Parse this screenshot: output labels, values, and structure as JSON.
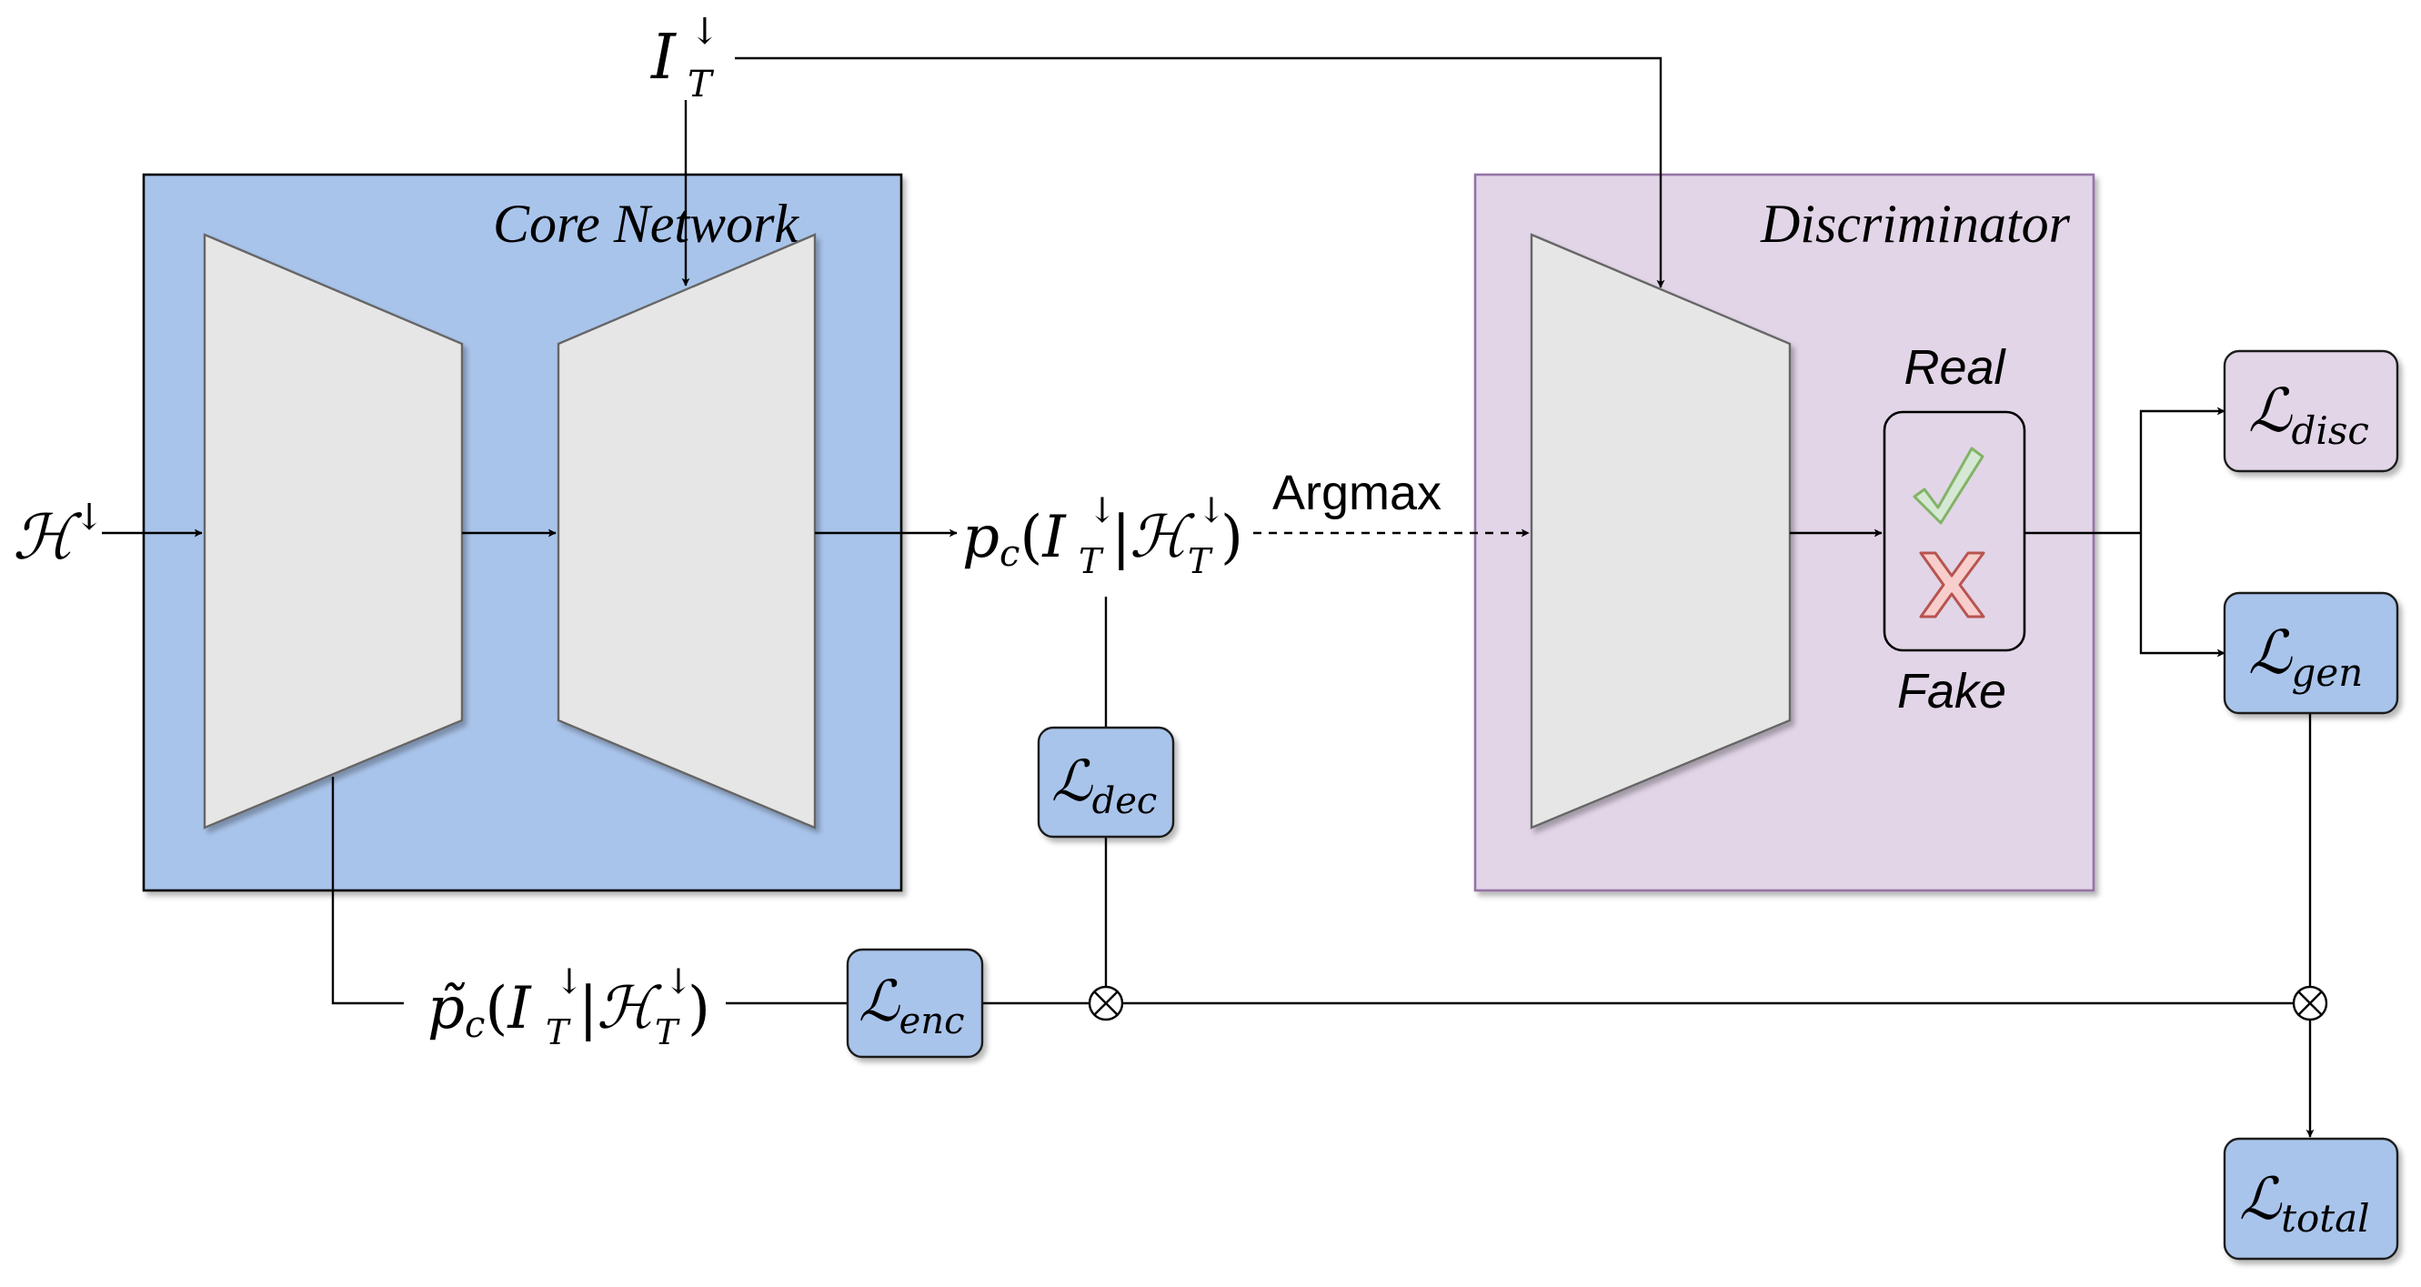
{
  "blocks": {
    "core_network": {
      "title": "Core Network",
      "fill": "#a9c4eb"
    },
    "discriminator": {
      "title": "Discriminator",
      "fill": "#e1d5e7",
      "border": "#9673a6"
    }
  },
  "inputs": {
    "hyperspectral": {
      "base": "ℋ",
      "sup": "↓"
    },
    "target": {
      "base": "I",
      "sup": "↓",
      "sub": "T"
    }
  },
  "outputs": {
    "decoder_prob": {
      "fn": "p",
      "fn_sub": "c",
      "arg": "I",
      "arg_sup": "↓",
      "arg_sub": "T",
      "cond": "ℋ",
      "cond_sup": "↓",
      "cond_sub": "T"
    },
    "encoder_prob": {
      "fn": "p̃",
      "fn_sub": "c",
      "arg": "I",
      "arg_sup": "↓",
      "arg_sub": "T",
      "cond": "ℋ",
      "cond_sup": "↓",
      "cond_sub": "T"
    }
  },
  "edge_labels": {
    "argmax": "Argmax"
  },
  "classifier": {
    "real_label": "Real",
    "fake_label": "Fake",
    "check_color": "#d5e8d4",
    "cross_color": "#f8cecc"
  },
  "losses": {
    "disc": {
      "symbol": "ℒ",
      "sub": "disc",
      "fill": "#e1d5e7"
    },
    "gen": {
      "symbol": "ℒ",
      "sub": "gen",
      "fill": "#a9c4eb"
    },
    "dec": {
      "symbol": "ℒ",
      "sub": "dec",
      "fill": "#a9c4eb"
    },
    "enc": {
      "symbol": "ℒ",
      "sub": "enc",
      "fill": "#a9c4eb"
    },
    "total": {
      "symbol": "ℒ",
      "sub": "total",
      "fill": "#a9c4eb"
    }
  },
  "combine_symbol": "⊗"
}
